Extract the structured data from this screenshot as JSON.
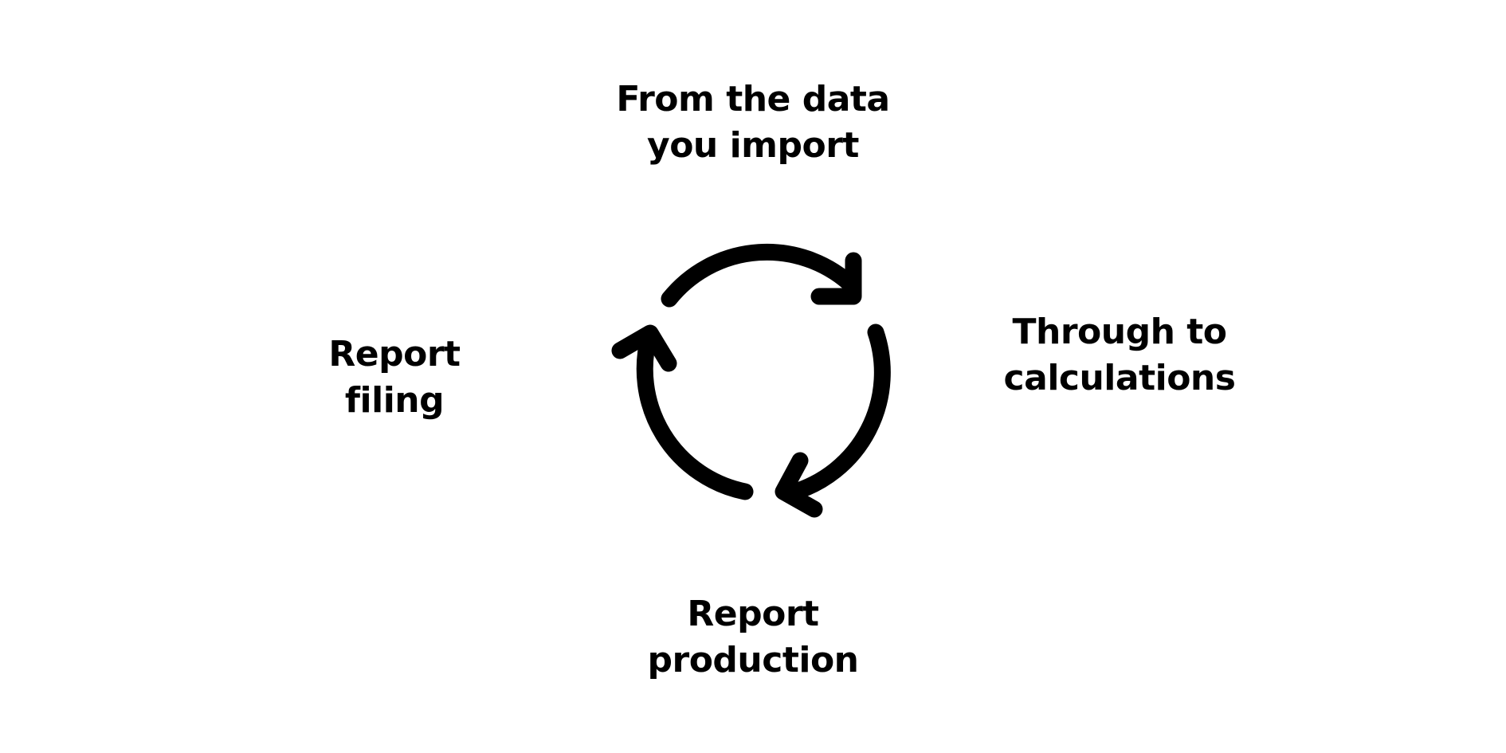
{
  "diagram": {
    "steps": [
      {
        "line1": "From the data",
        "line2": "you import"
      },
      {
        "line1": "Through to",
        "line2": "calculations"
      },
      {
        "line1": "Report",
        "line2": "production"
      },
      {
        "line1": "Report",
        "line2": "filing"
      }
    ],
    "cycle_icon": "cycle-arrows-icon",
    "colors": {
      "background": "#ffffff",
      "foreground": "#000000"
    }
  }
}
